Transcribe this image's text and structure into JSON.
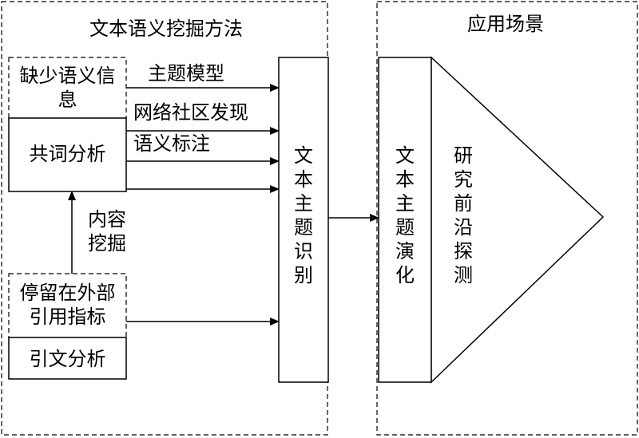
{
  "diagram": {
    "left_panel_title": "文本语义挖掘方法",
    "right_panel_title": "应用场景",
    "boxes": {
      "lack_semantic": "缺少语义信息",
      "cooccurrence": "共词分析",
      "stay_external": "停留在外部引用指标",
      "citation": "引文分析",
      "topic_identify": "文本主题识别",
      "topic_evolution": "文本主题演化",
      "frontier": "研究前沿探测"
    },
    "arrow_labels": {
      "topic_model": "主题模型",
      "community": "网络社区发现",
      "semantic_annotation": "语义标注",
      "content_mining": "内容挖掘"
    }
  }
}
